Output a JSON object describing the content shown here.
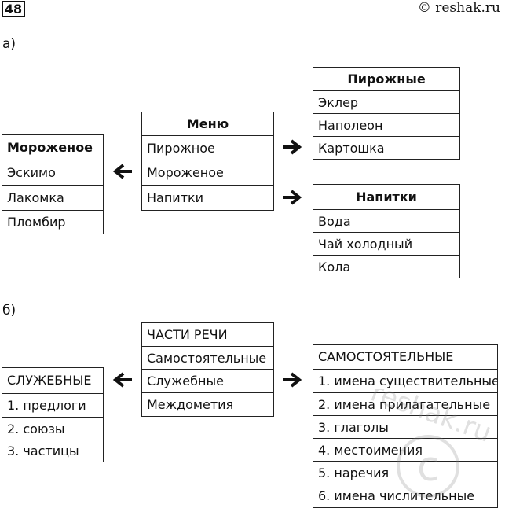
{
  "page": {
    "number": "48",
    "copyright": "© reshak.ru"
  },
  "section_a": {
    "label": "а)",
    "menu": {
      "title": "Меню",
      "items": [
        "Пирожное",
        "Мороженое",
        "Напитки"
      ]
    },
    "pirozhnye": {
      "title": "Пирожные",
      "items": [
        "Эклер",
        "Наполеон",
        "Картошка"
      ]
    },
    "napitki": {
      "title": "Напитки",
      "items": [
        "Вода",
        "Чай холодный",
        "Кола"
      ]
    },
    "morozhenoe": {
      "title": "Мороженое",
      "items": [
        "Эскимо",
        "Лакомка",
        "Пломбир"
      ]
    }
  },
  "section_b": {
    "label": "б)",
    "chasti": {
      "title": "ЧАСТИ РЕЧИ",
      "items": [
        "Самостоятельные",
        "Служебные",
        "Междометия"
      ]
    },
    "sluzhebnye": {
      "title": "СЛУЖЕБНЫЕ",
      "items": [
        "1. предлоги",
        "2. союзы",
        "3. частицы"
      ]
    },
    "samostoyatelnye": {
      "title": "САМОСТОЯТЕЛЬНЫЕ",
      "items": [
        "1. имена существительные",
        "2. имена прилагательные",
        "3. глаголы",
        "4. местоимения",
        "5. наречия",
        "6. имена числительные"
      ]
    }
  },
  "watermark": {
    "text": "reshak.ru"
  }
}
